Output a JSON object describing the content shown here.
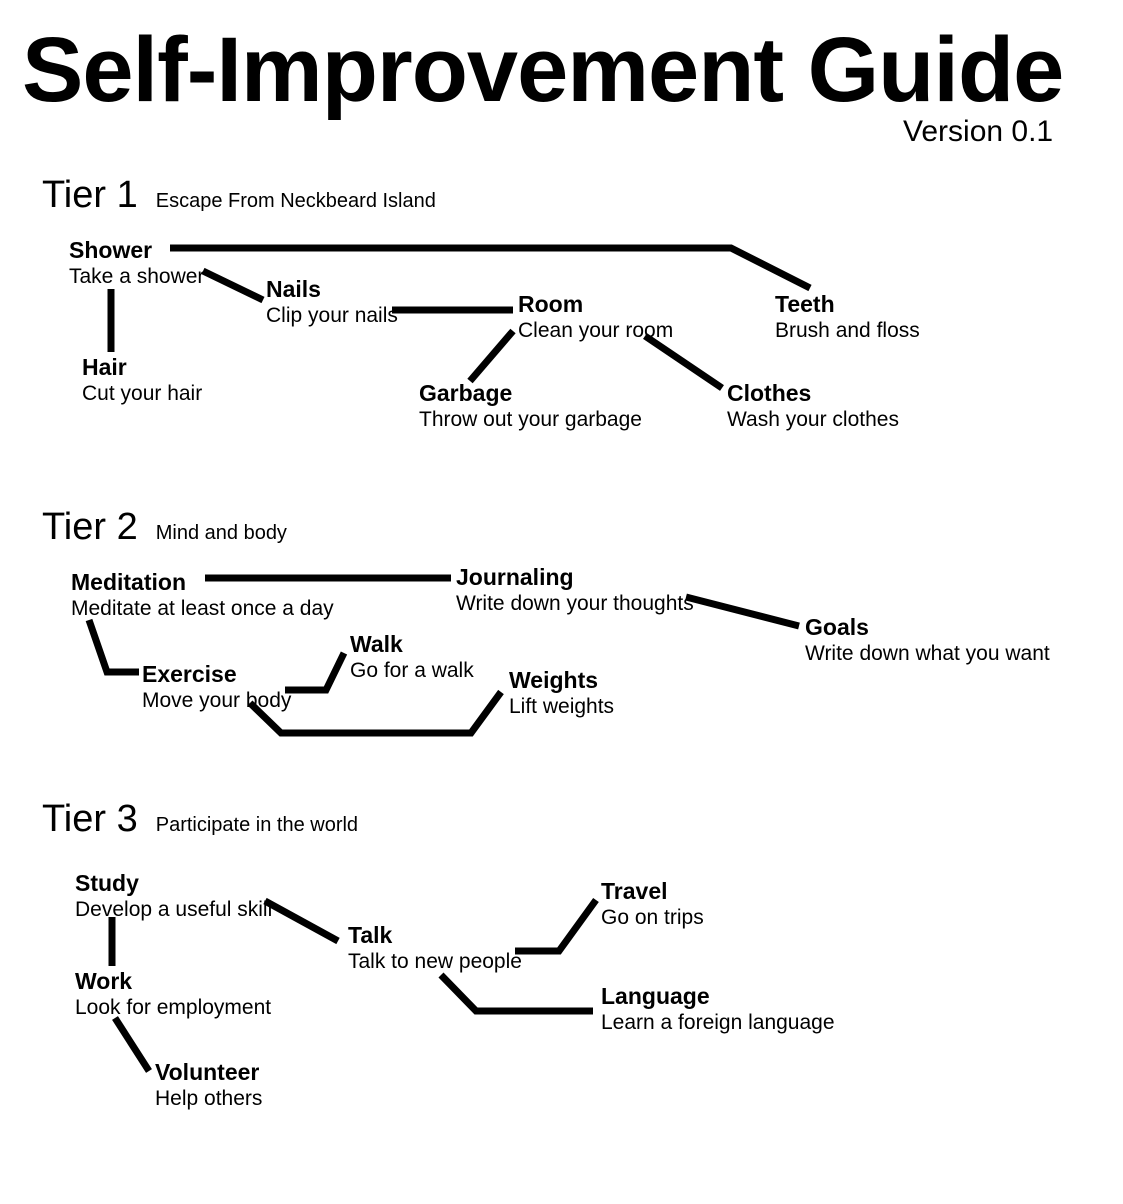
{
  "document": {
    "title": "Self-Improvement Guide",
    "version": "Version 0.1",
    "ink_color": "#000000",
    "background_color": "#ffffff"
  },
  "tiers": [
    {
      "name": "Tier 1",
      "subtitle": "Escape From Neckbeard Island",
      "nodes": [
        {
          "id": "shower",
          "title": "Shower",
          "desc": "Take a shower"
        },
        {
          "id": "hair",
          "title": "Hair",
          "desc": "Cut your hair"
        },
        {
          "id": "nails",
          "title": "Nails",
          "desc": "Clip your nails"
        },
        {
          "id": "room",
          "title": "Room",
          "desc": "Clean your room"
        },
        {
          "id": "garbage",
          "title": "Garbage",
          "desc": "Throw out your garbage"
        },
        {
          "id": "teeth",
          "title": "Teeth",
          "desc": "Brush and floss"
        },
        {
          "id": "clothes",
          "title": "Clothes",
          "desc": "Wash your clothes"
        }
      ]
    },
    {
      "name": "Tier 2",
      "subtitle": "Mind and body",
      "nodes": [
        {
          "id": "meditation",
          "title": "Meditation",
          "desc": "Meditate at least once a day"
        },
        {
          "id": "journaling",
          "title": "Journaling",
          "desc": "Write down your thoughts"
        },
        {
          "id": "goals",
          "title": "Goals",
          "desc": "Write down what you want"
        },
        {
          "id": "exercise",
          "title": "Exercise",
          "desc": "Move your body"
        },
        {
          "id": "walk",
          "title": "Walk",
          "desc": "Go for a walk"
        },
        {
          "id": "weights",
          "title": "Weights",
          "desc": "Lift weights"
        }
      ]
    },
    {
      "name": "Tier 3",
      "subtitle": "Participate in the world",
      "nodes": [
        {
          "id": "study",
          "title": "Study",
          "desc": "Develop a useful skill"
        },
        {
          "id": "work",
          "title": "Work",
          "desc": "Look for employment"
        },
        {
          "id": "volunteer",
          "title": "Volunteer",
          "desc": "Help others"
        },
        {
          "id": "talk",
          "title": "Talk",
          "desc": "Talk to new people"
        },
        {
          "id": "travel",
          "title": "Travel",
          "desc": "Go on trips"
        },
        {
          "id": "language",
          "title": "Language",
          "desc": "Learn a foreign language"
        }
      ]
    }
  ],
  "chart_data": {
    "type": "diagram",
    "title": "Self-Improvement Guide",
    "subtitle": "Version 0.1",
    "layout": "tiered node-link flowchart, black lines on white",
    "tiers": [
      {
        "tier": "Tier 1",
        "subtitle": "Escape From Neckbeard Island",
        "edges": [
          {
            "from": "Shower",
            "to": "Teeth"
          },
          {
            "from": "Shower",
            "to": "Hair"
          },
          {
            "from": "Shower",
            "to": "Nails"
          },
          {
            "from": "Nails",
            "to": "Room"
          },
          {
            "from": "Room",
            "to": "Garbage"
          },
          {
            "from": "Room",
            "to": "Clothes"
          }
        ]
      },
      {
        "tier": "Tier 2",
        "subtitle": "Mind and body",
        "edges": [
          {
            "from": "Meditation",
            "to": "Journaling"
          },
          {
            "from": "Meditation",
            "to": "Exercise"
          },
          {
            "from": "Journaling",
            "to": "Goals"
          },
          {
            "from": "Exercise",
            "to": "Walk"
          },
          {
            "from": "Exercise",
            "to": "Weights"
          }
        ]
      },
      {
        "tier": "Tier 3",
        "subtitle": "Participate in the world",
        "edges": [
          {
            "from": "Study",
            "to": "Work"
          },
          {
            "from": "Study",
            "to": "Talk"
          },
          {
            "from": "Work",
            "to": "Volunteer"
          },
          {
            "from": "Talk",
            "to": "Travel"
          },
          {
            "from": "Talk",
            "to": "Language"
          }
        ]
      }
    ]
  }
}
